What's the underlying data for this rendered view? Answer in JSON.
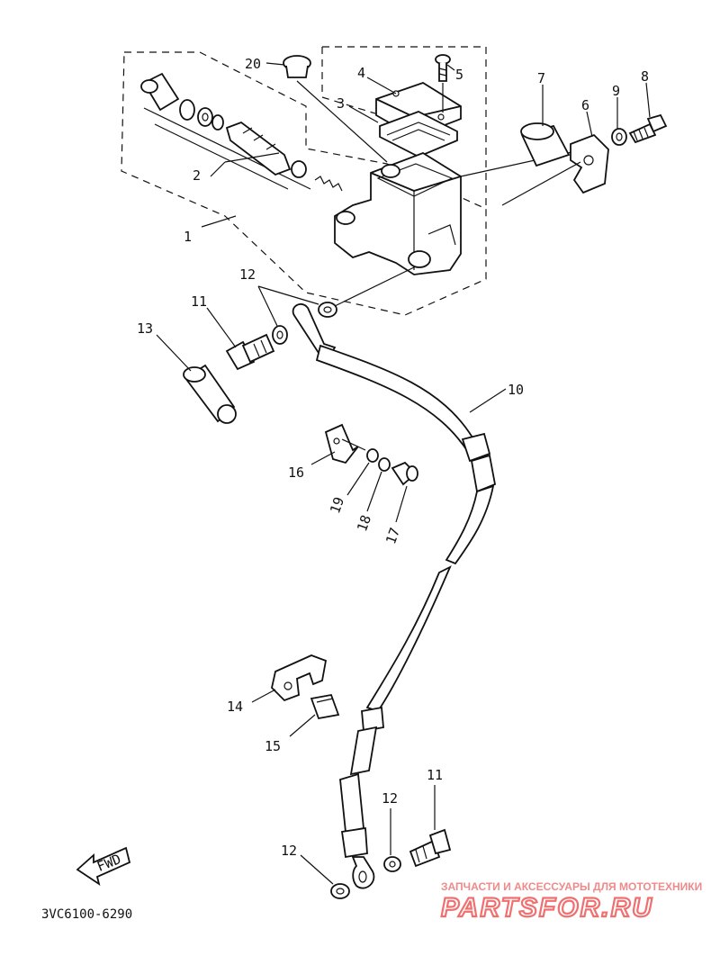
{
  "diagram": {
    "labels": [
      "20",
      "4",
      "5",
      "3",
      "7",
      "6",
      "9",
      "8",
      "2",
      "1",
      "12",
      "11",
      "13",
      "10",
      "16",
      "19",
      "18",
      "17",
      "14",
      "15",
      "11",
      "12",
      "12"
    ],
    "fwd_text": "FWD",
    "part_code": "3VC6100-6290"
  },
  "watermark": {
    "tagline": "ЗАПЧАСТИ И АКСЕССУАРЫ ДЛЯ МОТОТЕХНИКИ",
    "brand": "PARTSFOR.RU"
  }
}
